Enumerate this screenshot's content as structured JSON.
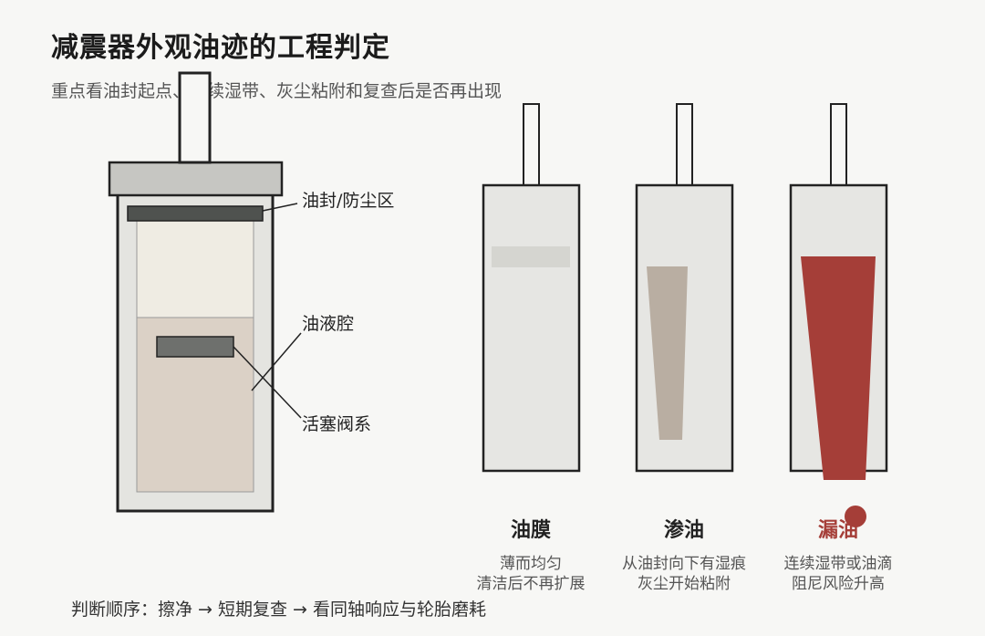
{
  "title": "减震器外观油迹的工程判定",
  "subtitle": "重点看油封起点、连续湿带、灰尘粘附和复查后是否再出现",
  "parts": {
    "seal": "油封/防尘区",
    "chamber": "油液腔",
    "piston": "活塞阀系"
  },
  "states": [
    {
      "name": "油膜",
      "line1": "薄而均匀",
      "line2": "清洁后不再扩展"
    },
    {
      "name": "渗油",
      "line1": "从油封向下有湿痕",
      "line2": "灰尘开始粘附"
    },
    {
      "name": "漏油",
      "line1": "连续湿带或油滴",
      "line2": "阻尼风险升高"
    }
  ],
  "footer": "判断顺序：擦净 → 短期复查 → 看同轴响应与轮胎磨耗",
  "colors": {
    "leak_red": "#a53e38",
    "seep_tan": "#b9aea2",
    "film_gray": "#dcdcd8"
  }
}
